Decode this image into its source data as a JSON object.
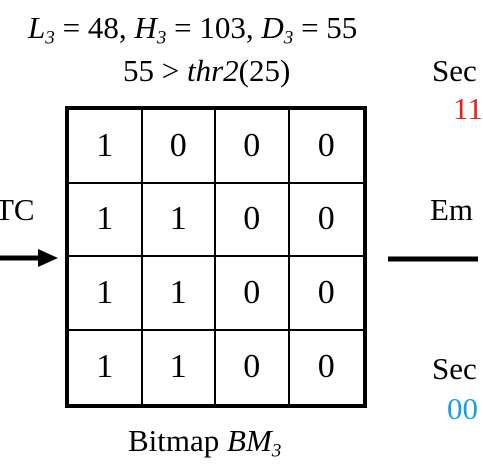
{
  "equation": {
    "L_sym": "L",
    "L_sub": "3",
    "L_val": " = 48, ",
    "H_sym": "H",
    "H_sub": "3",
    "H_val": " = 103, ",
    "D_sym": "D",
    "D_sub": "3",
    "D_val": " = 55"
  },
  "threshold": {
    "lhs": "55 > ",
    "fn": "thr2",
    "rhs": "(25)"
  },
  "left_label": "TC",
  "right_top_label": "Sec",
  "right_top_value": "11",
  "right_middle_label": "Em",
  "right_bottom_label": "Sec",
  "right_bottom_value": "00",
  "colors": {
    "red_value": "#e2231a",
    "blue_value": "#1aa0e6"
  },
  "bitmap": {
    "rows": [
      [
        "1",
        "0",
        "0",
        "0"
      ],
      [
        "1",
        "1",
        "0",
        "0"
      ],
      [
        "1",
        "1",
        "0",
        "0"
      ],
      [
        "1",
        "1",
        "0",
        "0"
      ]
    ]
  },
  "caption": {
    "prefix": "Bitmap ",
    "sym": "BM",
    "sub": "3"
  }
}
